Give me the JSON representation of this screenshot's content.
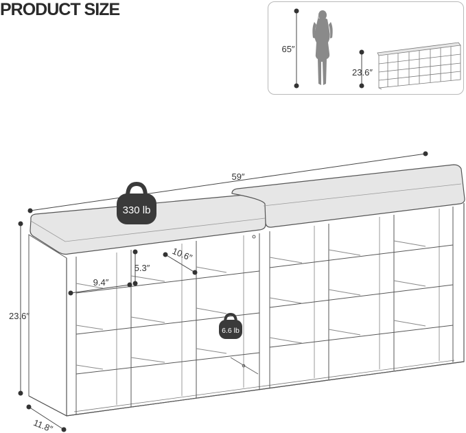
{
  "title": "PRODUCT SIZE",
  "scale_reference": {
    "person_height": "65″",
    "bench_height": "23.6″"
  },
  "dimensions": {
    "width": "59″",
    "height": "23.6″",
    "depth": "11.8″",
    "cubby_width": "9.4″",
    "cubby_height": "5.3″",
    "cubby_depth": "10.6″"
  },
  "load_capacity": {
    "seat": "330 lb",
    "shelf": "6.6 lb"
  },
  "colors": {
    "cushion": "#e6e6e6",
    "frame": "#ffffff",
    "outline": "#555555",
    "badge": "#3a3a3a",
    "silhouette": "#8a8a8a"
  }
}
